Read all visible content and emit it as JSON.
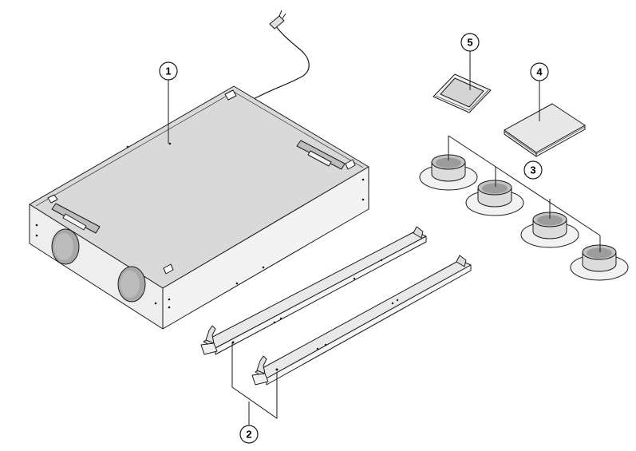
{
  "diagram": {
    "callouts": [
      {
        "id": "1",
        "label": "1",
        "part": "main-unit"
      },
      {
        "id": "2",
        "label": "2",
        "part": "mounting-rails"
      },
      {
        "id": "3",
        "label": "3",
        "part": "duct-collars"
      },
      {
        "id": "4",
        "label": "4",
        "part": "documentation-booklet"
      },
      {
        "id": "5",
        "label": "5",
        "part": "hardware-bag"
      }
    ]
  },
  "colors": {
    "outline": "#1a1a1a",
    "top_face": "#d9d9d9",
    "side_face": "#f0f0f0",
    "front_face": "#e4e4e4",
    "rail": "#e9e9e9",
    "port": "#a8a8a8"
  }
}
